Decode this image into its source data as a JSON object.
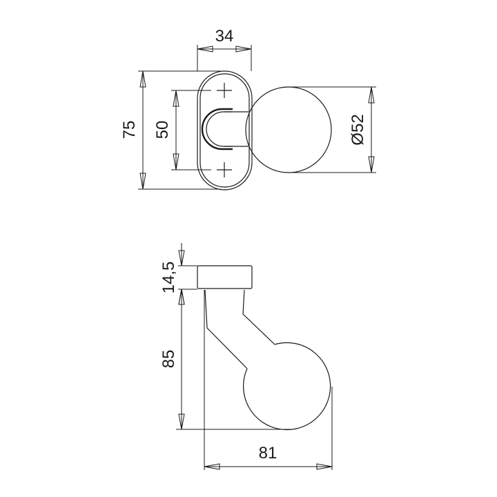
{
  "drawing": {
    "title": "Knob technical drawing",
    "colors": {
      "line": "#1a1a1a",
      "background": "#ffffff"
    },
    "front_view": {
      "dimensions": {
        "width_rose": "34",
        "height_rose": "75",
        "screw_spacing": "50",
        "knob_diameter": "Ø52"
      }
    },
    "side_view": {
      "dimensions": {
        "rose_depth": "14,5",
        "projection": "85",
        "overall_width": "81"
      }
    }
  }
}
